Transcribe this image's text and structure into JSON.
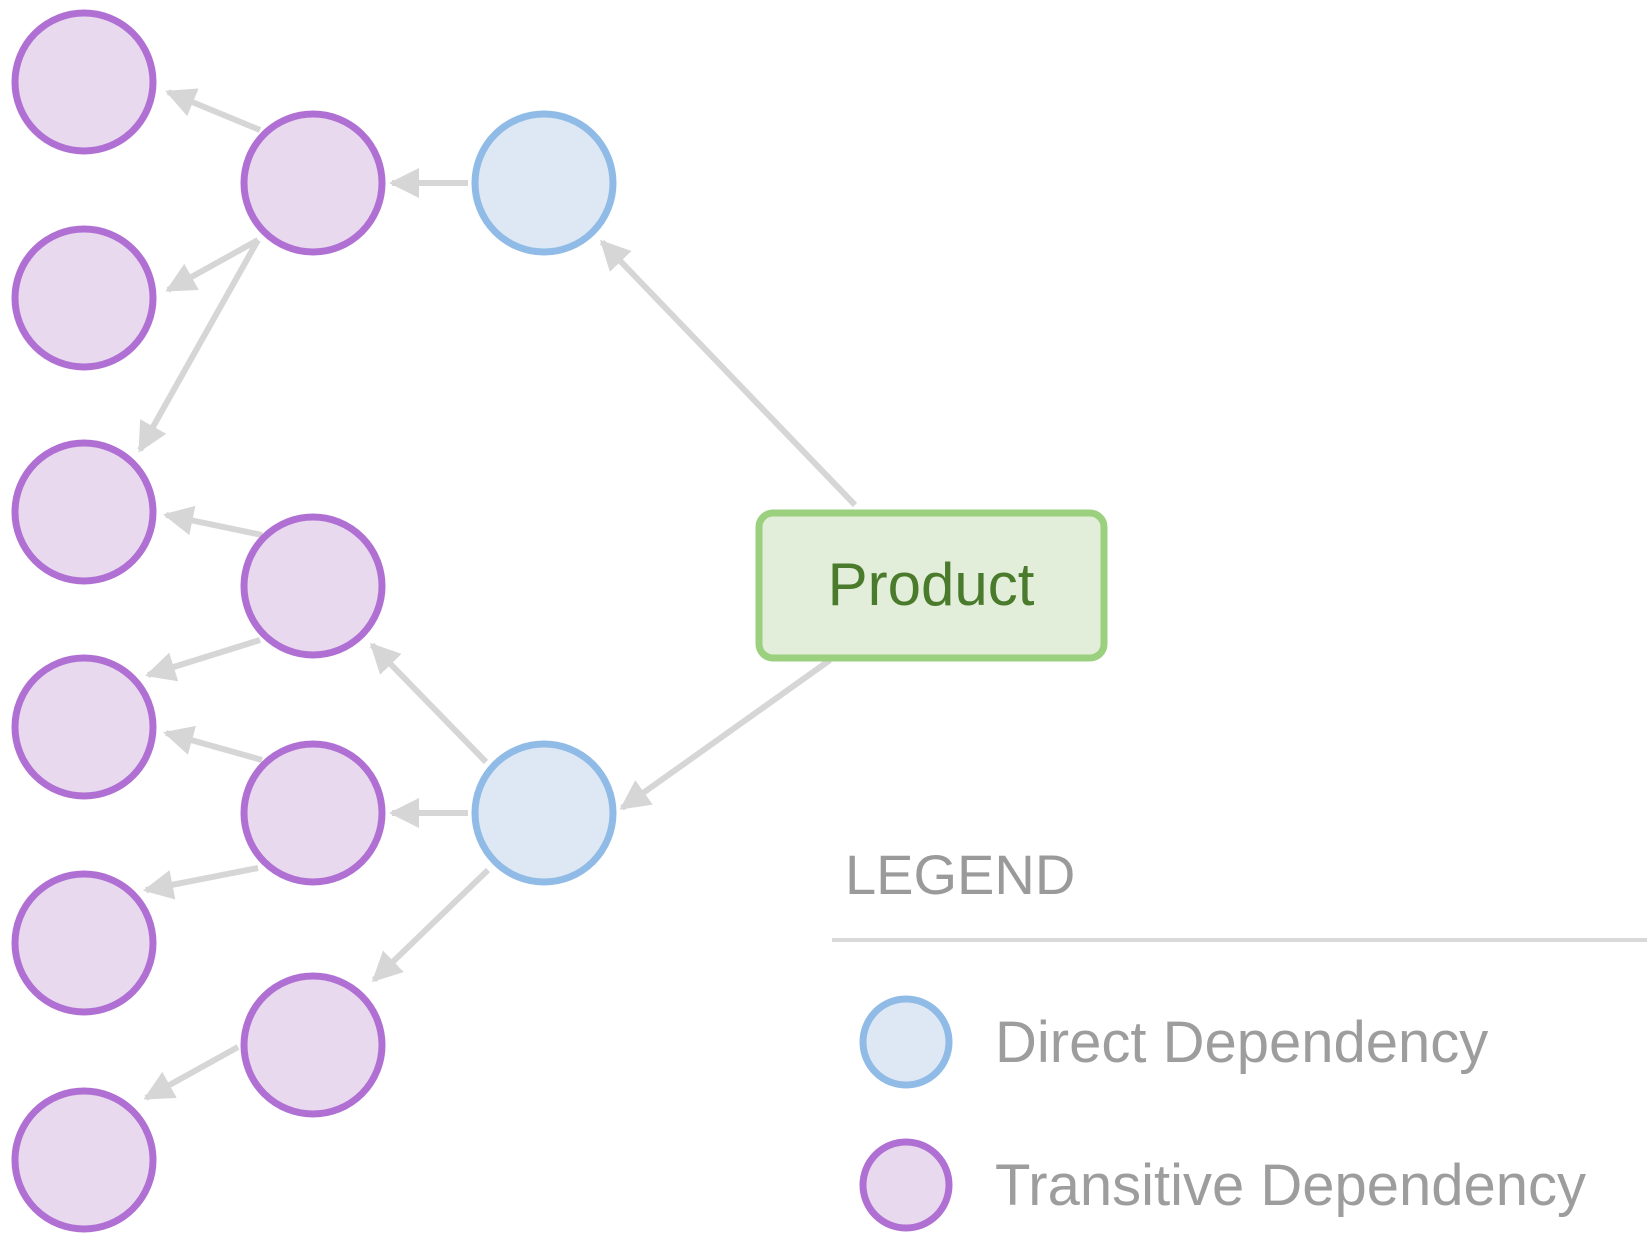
{
  "product": {
    "label": "Product"
  },
  "legend": {
    "title": "LEGEND",
    "items": [
      {
        "label": "Direct Dependency",
        "kind": "direct"
      },
      {
        "label": "Transitive Dependency",
        "kind": "transitive"
      }
    ]
  },
  "colors": {
    "direct_fill": "#dee8f4",
    "direct_stroke": "#8fbbe6",
    "transitive_fill": "#e9d9ef",
    "transitive_stroke": "#b070d3",
    "product_fill": "#e2eed9",
    "product_stroke": "#9ad07e",
    "edge": "#d6d6d6"
  }
}
